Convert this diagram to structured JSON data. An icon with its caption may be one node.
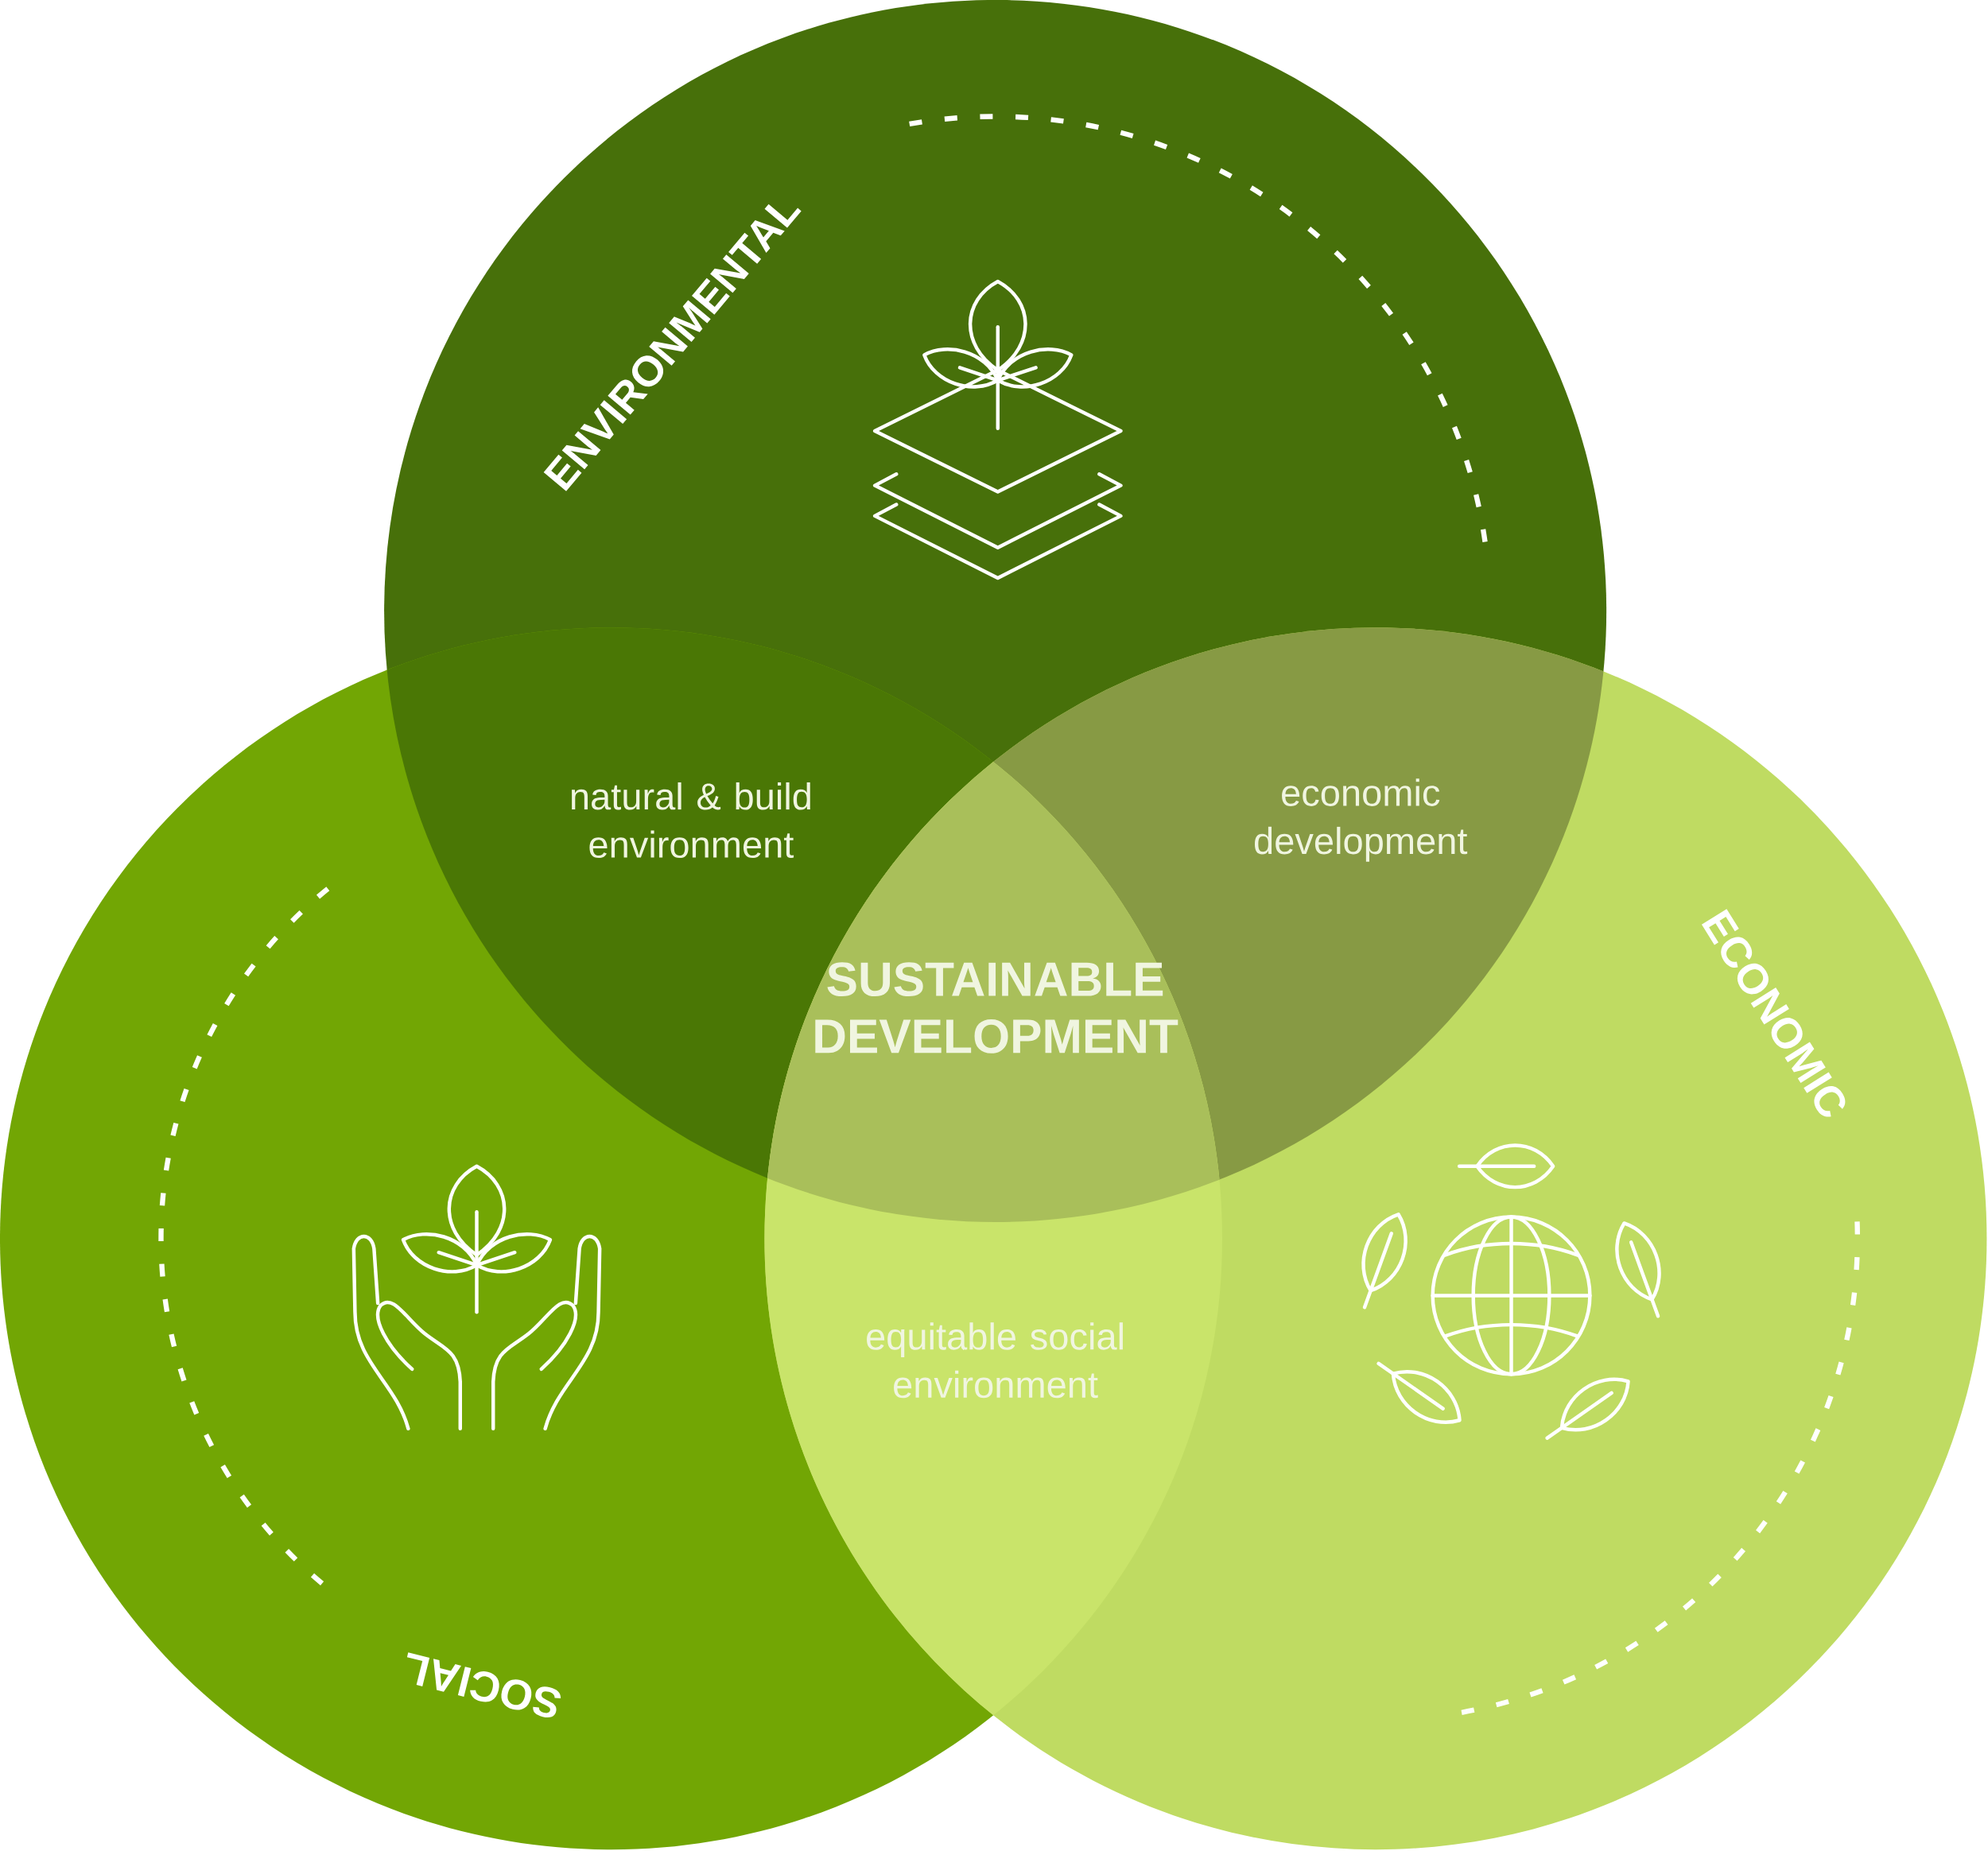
{
  "diagram": {
    "nodes": [
      {
        "text": [
          "ENVIRONMENTAL"
        ]
      },
      {
        "text": [
          "SOCIAL"
        ]
      },
      {
        "text": [
          "ECONOMIC"
        ]
      }
    ],
    "labels": [
      "natural & build environment",
      "economic development",
      "SUSTAINABLE DEVELOPMENT",
      "equitable social environment"
    ]
  }
}
